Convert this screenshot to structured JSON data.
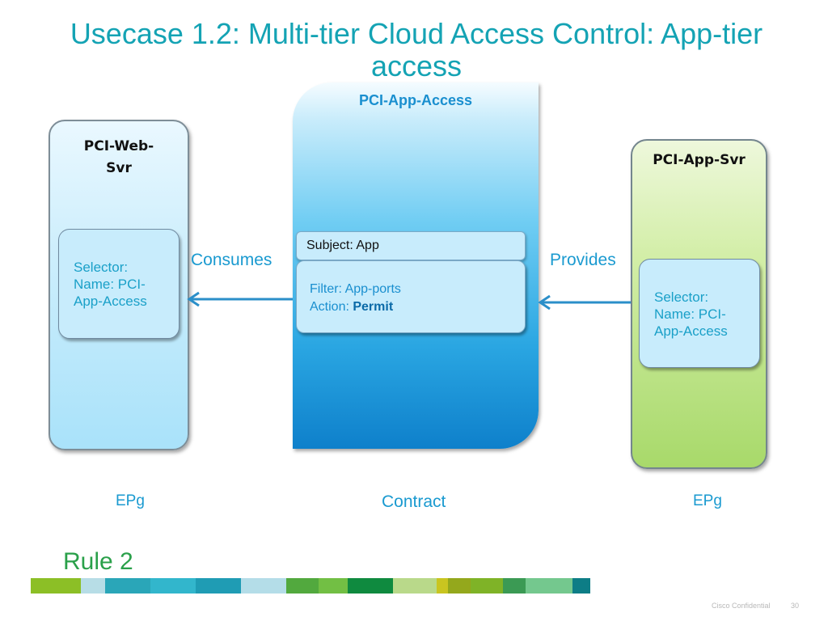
{
  "title": {
    "line1": "Usecase 1.2: Multi-tier Cloud Access Control: App-tier",
    "line2": "access"
  },
  "epg_left": {
    "title_line1": "PCI-Web-",
    "title_line2": "Svr",
    "selector": [
      "Selector:",
      "Name: PCI-",
      "App-Access"
    ],
    "caption": "EPg"
  },
  "contract": {
    "title": "PCI-App-Access",
    "subject": "Subject: App",
    "filter": "Filter: App-ports",
    "action_prefix": "Action: ",
    "action_value": "Permit",
    "caption": "Contract"
  },
  "epg_right": {
    "title": "PCI-App-Svr",
    "selector": [
      "Selector:",
      "Name: PCI-",
      "App-Access"
    ],
    "caption": "EPg"
  },
  "relations": {
    "consumes": "Consumes",
    "provides": "Provides"
  },
  "rule": "Rule 2",
  "footer": {
    "confidential": "Cisco Confidential",
    "page": "30"
  },
  "colors": {
    "title": "#14a3b4",
    "accent_blue": "#1a9ad0",
    "rule_green": "#2aa04a"
  },
  "stripe_colors": [
    "#8cbf26",
    "#b7dde6",
    "#2aa6b8",
    "#32b6cc",
    "#1f9cb4",
    "#b4dde8",
    "#52a93e",
    "#72bf44",
    "#0f8a3f",
    "#b9d98a",
    "#c9c520",
    "#94a81c",
    "#7fb327",
    "#3b9a54",
    "#74c88e",
    "#0d7d86"
  ]
}
